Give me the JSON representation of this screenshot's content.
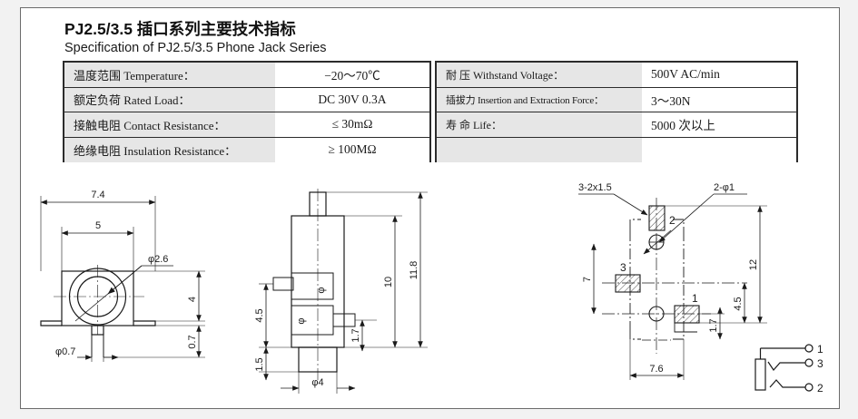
{
  "heading": {
    "title_cn": "PJ2.5/3.5 插口系列主要技术指标",
    "title_en": "Specification of PJ2.5/3.5 Phone Jack Series"
  },
  "spec_tables": {
    "left": {
      "rows": [
        {
          "label": "温度范围 Temperature：",
          "value": "−20～70℃"
        },
        {
          "label": "额定负荷 Rated  Load：",
          "value": "DC  30V  0.3A"
        },
        {
          "label": "接触电阻 Contact  Resistance：",
          "value": "≤ 30mΩ"
        },
        {
          "label": "绝缘电阻 Insulation  Resistance：",
          "value": "≥ 100MΩ"
        }
      ]
    },
    "right": {
      "rows": [
        {
          "label": "耐  压 Withstand  Voltage：",
          "value": "500V  AC/min"
        },
        {
          "label": "插拔力 Insertion and Extraction Force：",
          "value": "3～30N"
        },
        {
          "label": "寿  命 Life：",
          "value": "5000 次以上"
        },
        {
          "label": "",
          "value": ""
        }
      ]
    }
  },
  "drawings": {
    "front_view": {
      "name": "front-view",
      "dimensions": {
        "overall_width": "7.4",
        "inner_width": "5",
        "bore_diameter": "φ2.6",
        "body_height": "4",
        "flange_offset": "0.7",
        "pin_diameter": "φ0.7"
      }
    },
    "side_view": {
      "name": "side-view",
      "dimensions": {
        "overall_length": "11.8",
        "body_length": "10",
        "terminal_offset": "1.7",
        "upper_offset": "4.5",
        "lower_offset": "1.5",
        "barrel_diameter": "φ4",
        "inner_mark_top": "φ",
        "inner_mark_bottom": "φ"
      }
    },
    "pcb_layout": {
      "name": "pcb-layout",
      "notes": {
        "pad_note": "3-2x1.5",
        "hole_note": "2-φ1"
      },
      "pin_numbers": [
        "1",
        "2",
        "3"
      ],
      "dimensions": {
        "overall_height": "12",
        "upper_span": "7",
        "mid_offset": "4.5",
        "pad_offset": "1.7",
        "overall_width": "7.6"
      }
    },
    "schematic": {
      "name": "circuit-schematic",
      "terminals": [
        "1",
        "3",
        "2"
      ]
    }
  },
  "colors": {
    "line": "#1a1a1a",
    "table_border": "#2b2b2b",
    "label_bg": "#e6e6e6",
    "page_bg": "#f2f2f2",
    "panel_bg": "#ffffff"
  }
}
